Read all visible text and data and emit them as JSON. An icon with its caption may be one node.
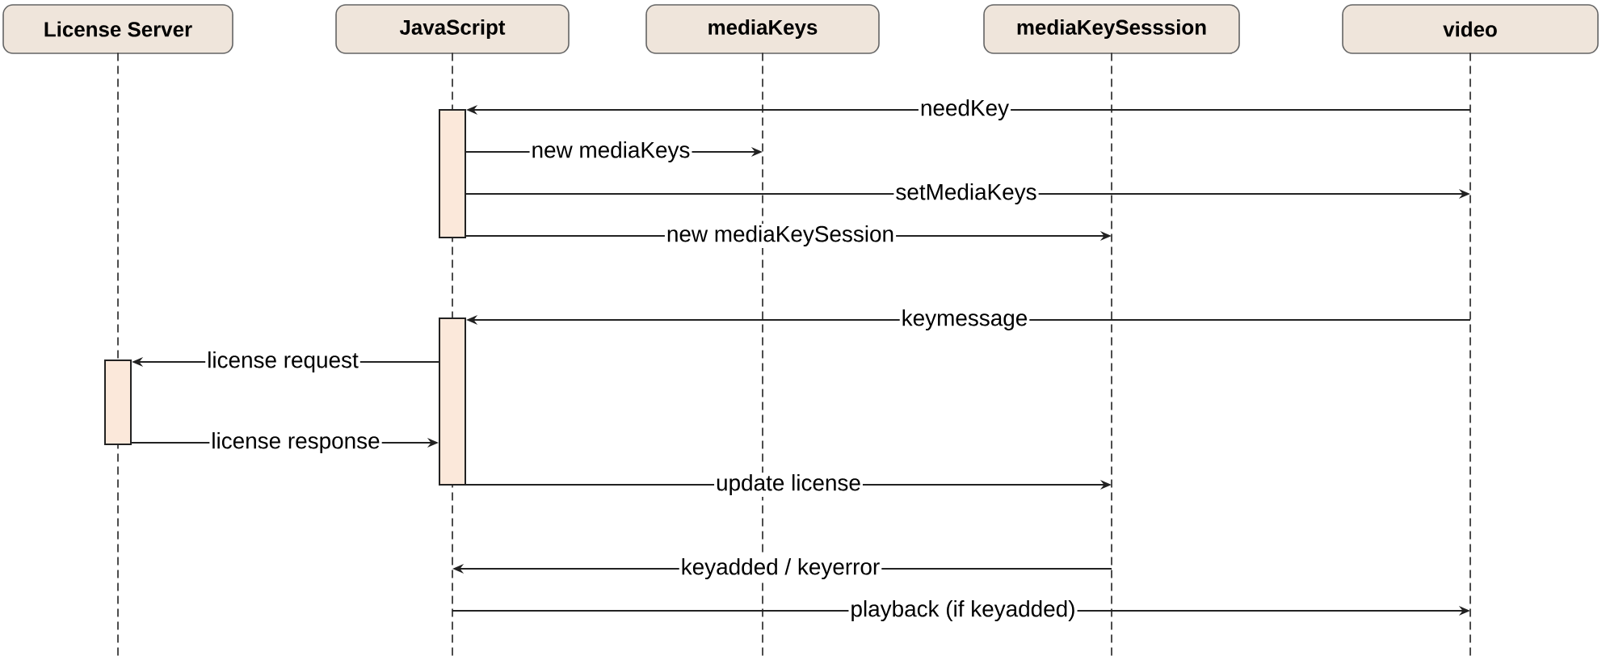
{
  "diagram": {
    "nodes": [
      {
        "text": [
          "License Server"
        ]
      },
      {
        "text": [
          "JavaScript"
        ]
      },
      {
        "text": [
          "mediaKeys"
        ]
      },
      {
        "text": [
          "mediaKeySesssion"
        ]
      },
      {
        "text": [
          "video"
        ]
      },
      {
        "text": [],
        "shape": "line"
      },
      {
        "text": [],
        "shape": "line"
      },
      {
        "text": [],
        "shape": "line"
      },
      {
        "text": [],
        "shape": "line"
      },
      {
        "text": [],
        "shape": "line"
      },
      {
        "text": [],
        "shape": "bar"
      },
      {
        "text": [],
        "shape": "bar"
      },
      {
        "text": [],
        "shape": "bar"
      }
    ],
    "edges": [
      {
        "from": 9,
        "to": 10,
        "arrow": "to",
        "label": "needKey"
      },
      {
        "from": 10,
        "to": 7,
        "arrow": "to",
        "label": "new mediaKeys"
      },
      {
        "from": 10,
        "to": 9,
        "arrow": "to",
        "label": "setMediaKeys"
      },
      {
        "from": 10,
        "to": 8,
        "arrow": "to",
        "label": "new mediaKeySession"
      },
      {
        "from": 9,
        "to": 11,
        "arrow": "to",
        "label": "keymessage"
      },
      {
        "from": 11,
        "to": 12,
        "arrow": "to",
        "label": "license request"
      },
      {
        "from": 12,
        "to": 11,
        "arrow": "to",
        "label": "license response"
      },
      {
        "from": 11,
        "to": 8,
        "arrow": "to",
        "label": "update license"
      },
      {
        "from": 8,
        "to": 6,
        "arrow": "to",
        "label": "keyadded / keyerror"
      },
      {
        "from": 6,
        "to": 9,
        "arrow": "to",
        "label": "playback (if keyadded)"
      }
    ]
  }
}
